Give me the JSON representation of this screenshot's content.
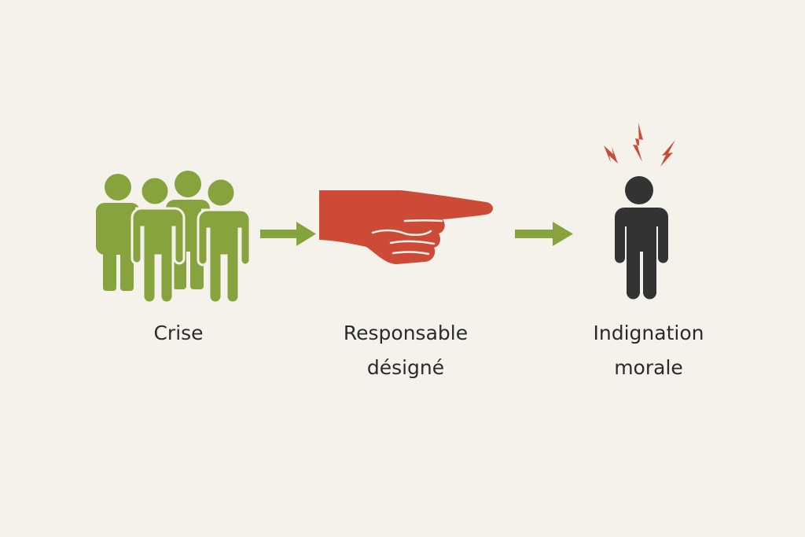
{
  "colors": {
    "background": "#f5f1eb",
    "crowd": "#86a33e",
    "arrow": "#86a33e",
    "hand": "#cc4a36",
    "person": "#333333",
    "alert": "#cc4a36",
    "text": "#2b2b2b"
  },
  "steps": [
    {
      "icon": "crowd-icon",
      "lines": [
        "Crise"
      ]
    },
    {
      "icon": "pointing-hand-icon",
      "lines": [
        "Responsable",
        "désigné"
      ]
    },
    {
      "icon": "angry-person-icon",
      "lines": [
        "Indignation",
        "morale"
      ]
    }
  ]
}
